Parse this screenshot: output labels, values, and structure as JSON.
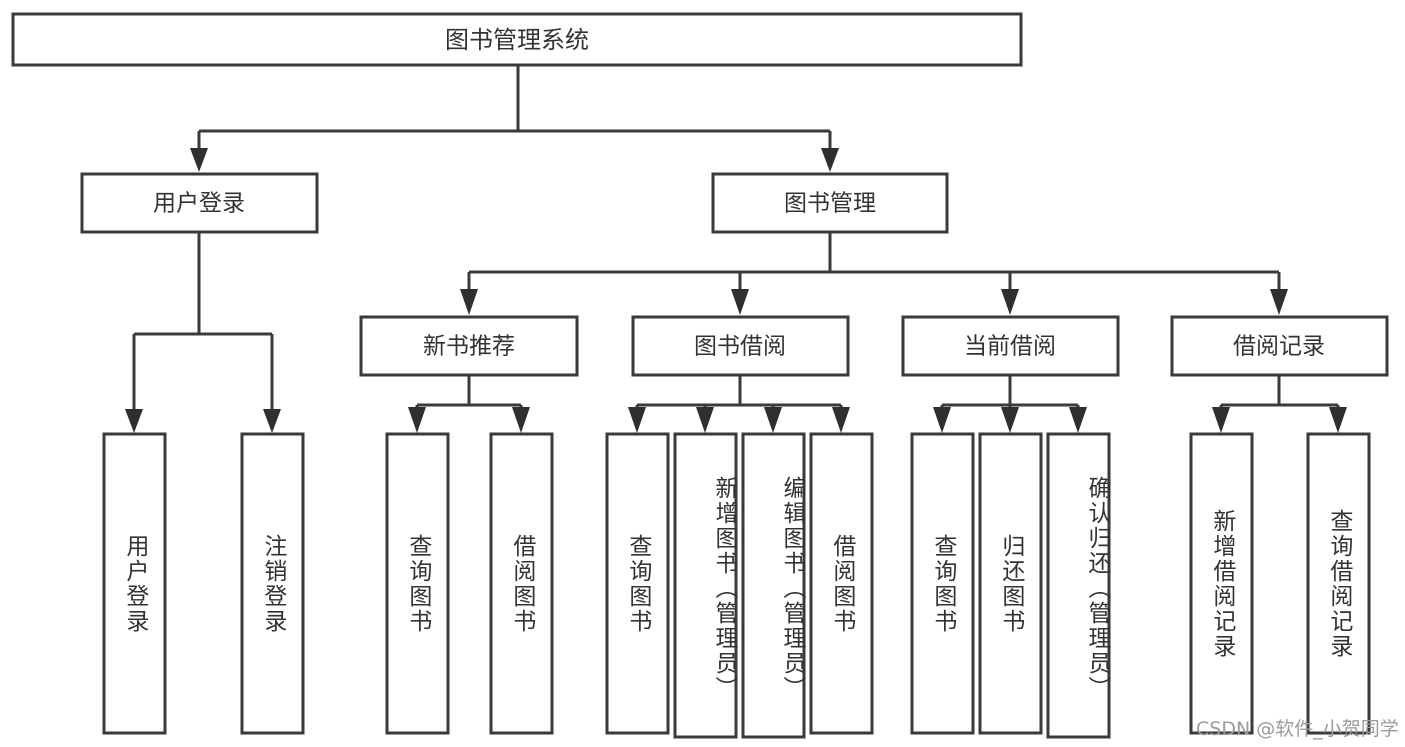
{
  "diagram": {
    "type": "tree-hierarchy",
    "title": "图书管理系统",
    "root": {
      "id": "root",
      "label": "图书管理系统"
    },
    "level2": [
      {
        "id": "user-login",
        "label": "用户登录"
      },
      {
        "id": "book-manage",
        "label": "图书管理"
      }
    ],
    "level3": [
      {
        "id": "new-book-recommend",
        "label": "新书推荐",
        "parent": "book-manage"
      },
      {
        "id": "book-borrow",
        "label": "图书借阅",
        "parent": "book-manage"
      },
      {
        "id": "current-borrow",
        "label": "当前借阅",
        "parent": "book-manage"
      },
      {
        "id": "borrow-record",
        "label": "借阅记录",
        "parent": "book-manage"
      }
    ],
    "leaves": [
      {
        "id": "leaf-user-login",
        "label": "用户登录",
        "parent": "user-login"
      },
      {
        "id": "leaf-logout",
        "label": "注销登录",
        "parent": "user-login"
      },
      {
        "id": "leaf-query-book-1",
        "label": "查询图书",
        "parent": "new-book-recommend"
      },
      {
        "id": "leaf-borrow-book-1",
        "label": "借阅图书",
        "parent": "new-book-recommend"
      },
      {
        "id": "leaf-query-book-2",
        "label": "查询图书",
        "parent": "book-borrow"
      },
      {
        "id": "leaf-add-book",
        "label": "新增图书（管理员）",
        "parent": "book-borrow"
      },
      {
        "id": "leaf-edit-book",
        "label": "编辑图书（管理员）",
        "parent": "book-borrow"
      },
      {
        "id": "leaf-borrow-book-2",
        "label": "借阅图书",
        "parent": "book-borrow"
      },
      {
        "id": "leaf-query-book-3",
        "label": "查询图书",
        "parent": "current-borrow"
      },
      {
        "id": "leaf-return-book",
        "label": "归还图书",
        "parent": "current-borrow"
      },
      {
        "id": "leaf-confirm-return",
        "label": "确认归还（管理员）",
        "parent": "current-borrow"
      },
      {
        "id": "leaf-add-record",
        "label": "新增借阅记录",
        "parent": "borrow-record"
      },
      {
        "id": "leaf-query-record",
        "label": "查询借阅记录",
        "parent": "borrow-record"
      }
    ],
    "watermark": "CSDN @软件_小贺同学",
    "colors": {
      "stroke": "#3a3a3a",
      "fill": "#ffffff",
      "text": "#333333",
      "watermark": "#9b9b9b"
    }
  }
}
